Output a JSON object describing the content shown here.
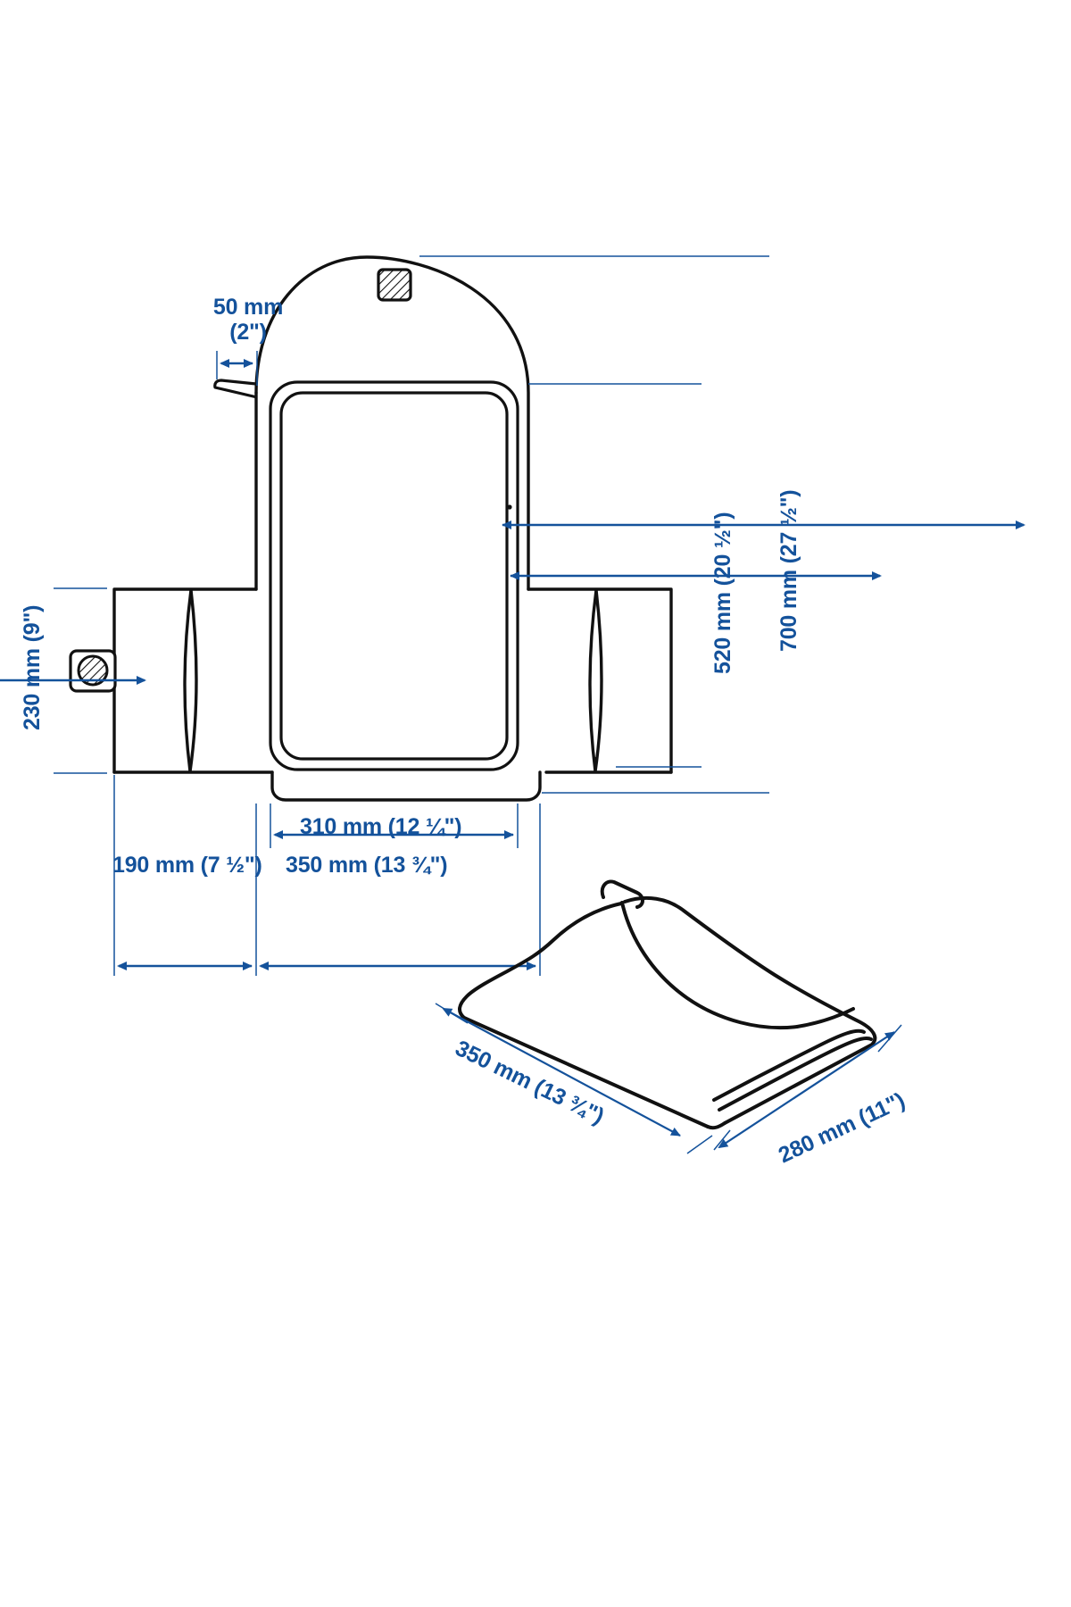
{
  "document": {
    "type": "technical-dimension-drawing",
    "product": "changing pad / baby changing mat",
    "background_color": "#ffffff",
    "line_color": "#111111",
    "dimension_color": "#14529b"
  },
  "views": {
    "unfolded": {
      "name": "unfolded-top-view",
      "caption": ""
    },
    "folded": {
      "name": "folded-view",
      "caption": ""
    }
  },
  "dimensions": {
    "strap_width": {
      "line1": "50 mm",
      "line2": "(2\")",
      "metric": "50 mm",
      "imperial": "2\""
    },
    "total_height": {
      "text": "700 mm (27 ½\")",
      "metric": "700 mm",
      "imperial": "27 ½\""
    },
    "inner_height": {
      "text": "520 mm (20 ½\")",
      "metric": "520 mm",
      "imperial": "20 ½\""
    },
    "flap_height": {
      "text": "230 mm (9\")",
      "metric": "230 mm",
      "imperial": "9\""
    },
    "inner_width": {
      "text": "310 mm (12 ¼\")",
      "metric": "310 mm",
      "imperial": "12 ¼\""
    },
    "side_flap_width": {
      "text": "190 mm (7 ½\")",
      "metric": "190 mm",
      "imperial": "7 ½\""
    },
    "total_width": {
      "text": "350 mm (13 ¾\")",
      "metric": "350 mm",
      "imperial": "13 ¾\""
    },
    "folded_length": {
      "text": "350 mm (13 ¾\")",
      "metric": "350 mm",
      "imperial": "13 ¾\""
    },
    "folded_width": {
      "text": "280 mm (11\")",
      "metric": "280 mm",
      "imperial": "11\""
    }
  },
  "icons": {
    "top_snap": "hatched-square-icon",
    "left_snap": "hatched-circle-icon"
  }
}
